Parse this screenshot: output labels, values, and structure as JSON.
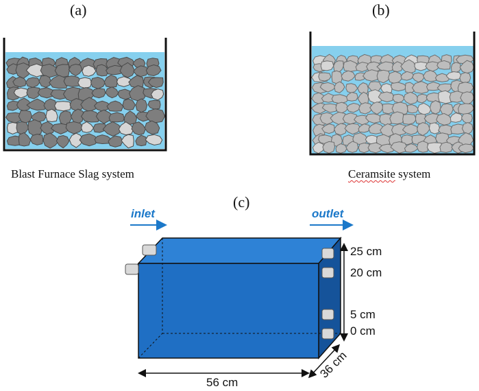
{
  "panels": {
    "a": {
      "label": "(a)",
      "caption": "Blast Furnace Slag system"
    },
    "b": {
      "label": "(b)",
      "caption_word": "Ceramsite",
      "caption_rest": " system"
    },
    "c": {
      "label": "(c)"
    }
  },
  "tank": {
    "inlet": "inlet",
    "outlet": "outlet",
    "heights": [
      "25 cm",
      "20 cm",
      "5 cm",
      "0 cm"
    ],
    "length": "56 cm",
    "width": "36 cm"
  },
  "colors": {
    "water": "#86d0ee",
    "slag_stone": "#7e7e7e",
    "ceramsite_stone": "#bdbdbd",
    "tank_front": "#1f6fc4",
    "tank_top": "#2e82d6",
    "tank_side": "#15539a",
    "flow_arrow": "#1b78c9"
  }
}
